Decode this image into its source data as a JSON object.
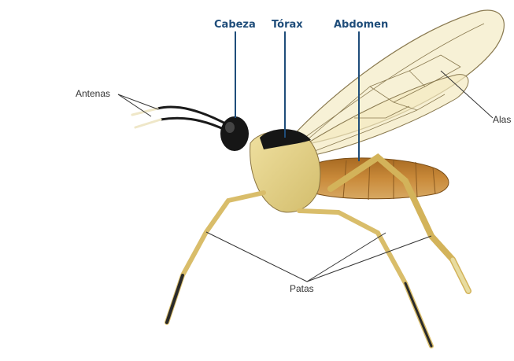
{
  "labels": {
    "head": "Cabeza",
    "thorax": "Tórax",
    "abdomen": "Abdomen",
    "antennae": "Antenas",
    "wings": "Alas",
    "legs": "Patas"
  },
  "colors": {
    "label_blue": "#1f4d7a",
    "body_black": "#161616",
    "thorax_yellow": "#e6d48a",
    "abdomen_brown": "#b97a2c",
    "leg_yellow": "#d9bd6a",
    "wing_fill": "#f6efcf",
    "wing_vein": "#8a7a50"
  }
}
